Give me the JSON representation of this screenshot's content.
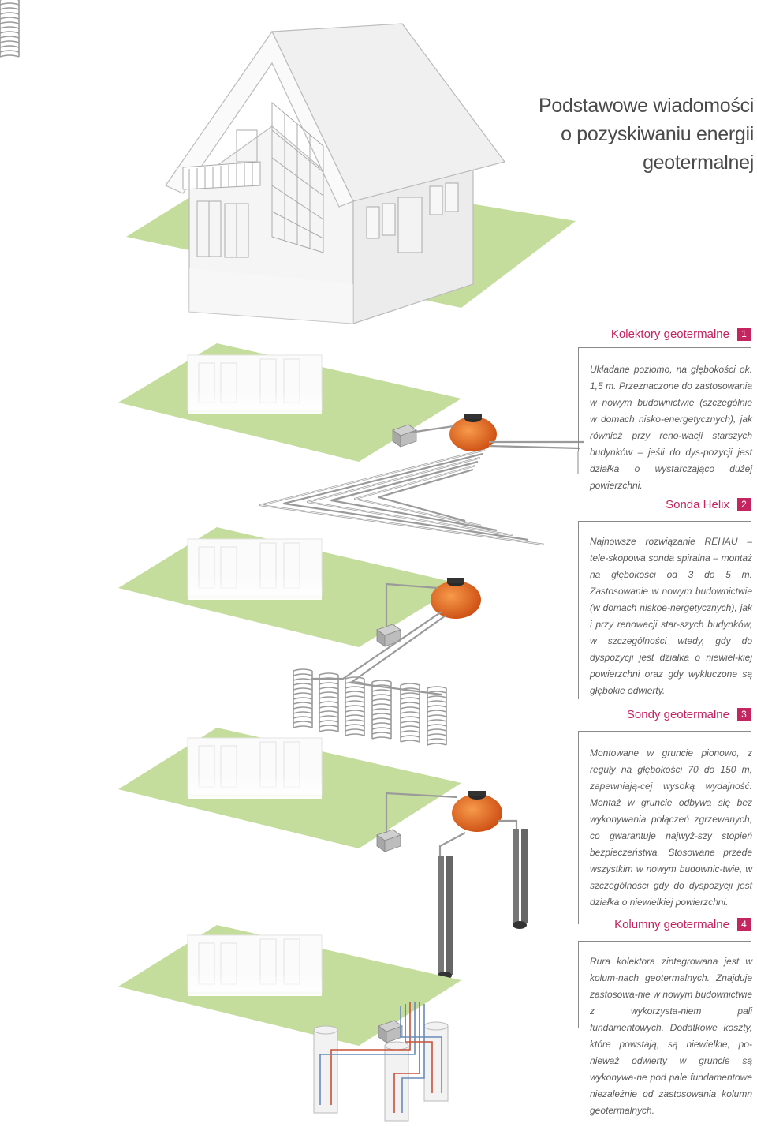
{
  "page": {
    "title_lines": [
      "Podstawowe wiadomości",
      "o pozyskiwaniu energii",
      "geotermalnej"
    ]
  },
  "sections": [
    {
      "title": "Kolektory geotermalne",
      "number": "1",
      "text": "Układane poziomo, na głębokości ok. 1,5 m. Przeznaczone do zastosowania w nowym budownictwie (szczególnie w domach nisko-energetycznych), jak również przy reno-wacji starszych budynków – jeśli do dys-pozycji jest działka o wystarczająco dużej powierzchni."
    },
    {
      "title": "Sonda Helix",
      "number": "2",
      "text": "Najnowsze rozwiązanie REHAU – tele-skopowa sonda spiralna – montaż na głębokości od 3 do 5 m. Zastosowanie w nowym budownictwie (w domach niskoe-nergetycznych), jak i przy renowacji star-szych budynków, w szczególności wtedy, gdy do dyspozycji jest działka o niewiel-kiej powierzchni oraz gdy wykluczone są głębokie odwierty."
    },
    {
      "title": "Sondy geotermalne",
      "number": "3",
      "text": "Montowane w gruncie pionowo, z reguły na głębokości 70 do 150 m, zapewniają-cej wysoką wydajność. Montaż w gruncie odbywa się bez wykonywania połączeń zgrzewanych, co gwarantuje najwyż-szy stopień bezpieczeństwa. Stosowane przede wszystkim w nowym budownic-twie, w szczególności gdy do dyspozycji jest działka o niewielkiej powierzchni."
    },
    {
      "title": "Kolumny geotermalne",
      "number": "4",
      "text": "Rura kolektora zintegrowana jest w kolum-nach geotermalnych. Znajduje zastosowa-nie w nowym budownictwie z wykorzysta-niem pali fundamentowych. Dodatkowe koszty, które powstają, są niewielkie, po-nieważ odwierty w gruncie są wykonywa-ne pod pale fundamentowe niezależnie od zastosowania kolumn geotermalnych."
    }
  ],
  "colors": {
    "accent": "#c4245f",
    "grass": "#c5dd9c",
    "tank": "#e8621d",
    "text": "#5a5a5a"
  }
}
